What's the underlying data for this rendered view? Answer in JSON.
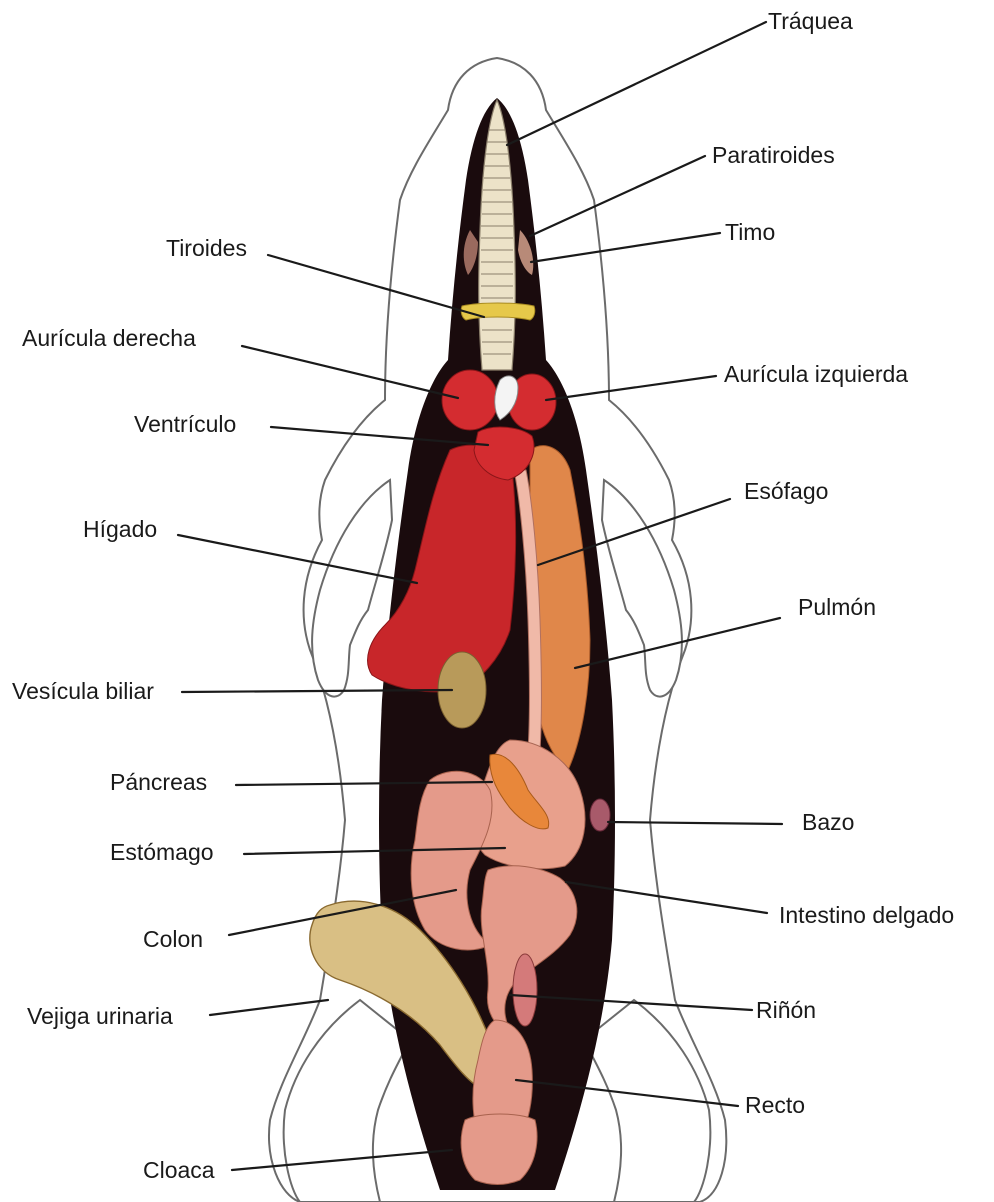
{
  "labels": {
    "traquea": "Tráquea",
    "paratiroides": "Paratiroides",
    "timo": "Timo",
    "tiroides": "Tiroides",
    "auricula_derecha": "Aurícula derecha",
    "auricula_izquierda": "Aurícula izquierda",
    "ventriculo": "Ventrículo",
    "esofago": "Esófago",
    "higado": "Hígado",
    "pulmon": "Pulmón",
    "vesicula_biliar": "Vesícula biliar",
    "pancreas": "Páncreas",
    "bazo": "Bazo",
    "estomago": "Estómago",
    "intestino_delgado": "Intestino delgado",
    "colon": "Colon",
    "vejiga_urinaria": "Vejiga urinaria",
    "rinon": "Riñón",
    "recto": "Recto",
    "cloaca": "Cloaca"
  },
  "colors": {
    "body_outline": "#6b6b6b",
    "body_cavity": "#1a0b0d",
    "liver": "#c8262a",
    "heart": "#d42c30",
    "lung": "#e0874a",
    "stomach": "#e8a08c",
    "intestine": "#e49a8a",
    "bladder": "#d9bf84",
    "gallbladder": "#b89a5a",
    "pancreas": "#e8873a",
    "trachea": "#ece2c8",
    "thyroid": "#e6c84a"
  }
}
